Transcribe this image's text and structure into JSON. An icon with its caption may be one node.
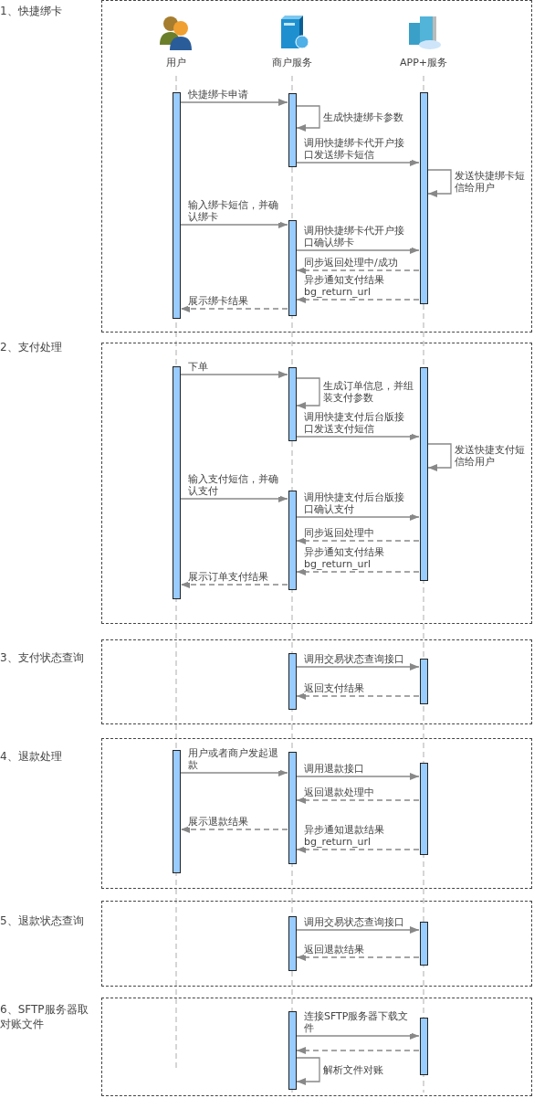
{
  "diagram": {
    "nodes": [
      {
        "text": [
          "1、快捷绑卡"
        ]
      },
      {
        "text": [
          "用户"
        ],
        "in": 0
      },
      {
        "text": [
          "商户服务"
        ],
        "in": 0
      },
      {
        "text": [
          "APP+服务"
        ],
        "in": 0
      },
      {
        "text": [],
        "shape": "bar",
        "in": 0
      },
      {
        "text": [],
        "shape": "bar",
        "in": 0
      },
      {
        "text": [],
        "shape": "bar",
        "in": 0
      },
      {
        "text": [],
        "shape": "bar",
        "in": 0
      },
      {
        "text": [
          "2、支付处理"
        ]
      },
      {
        "text": [],
        "shape": "bar",
        "in": 8
      },
      {
        "text": [],
        "shape": "bar",
        "in": 8
      },
      {
        "text": [],
        "shape": "bar",
        "in": 8
      },
      {
        "text": [],
        "shape": "bar",
        "in": 8
      },
      {
        "text": [
          "3、支付状态查询"
        ]
      },
      {
        "text": [],
        "shape": "bar",
        "in": 13
      },
      {
        "text": [],
        "shape": "bar",
        "in": 13
      },
      {
        "text": [
          "4、退款处理"
        ]
      },
      {
        "text": [],
        "shape": "bar",
        "in": 16
      },
      {
        "text": [],
        "shape": "bar",
        "in": 16
      },
      {
        "text": [],
        "shape": "bar",
        "in": 16
      },
      {
        "text": [
          "5、退款状态查询"
        ]
      },
      {
        "text": [],
        "shape": "bar",
        "in": 20
      },
      {
        "text": [],
        "shape": "bar",
        "in": 20
      },
      {
        "text": [
          "6、SFTP服务器取对账文件"
        ]
      },
      {
        "text": [],
        "shape": "bar",
        "in": 23
      },
      {
        "text": [],
        "shape": "bar",
        "in": 23
      }
    ],
    "edges": [
      {
        "from": 4,
        "to": 5,
        "arrow": "to",
        "label": "快捷绑卡申请"
      },
      {
        "from": 5,
        "to": 5,
        "arrow": "to",
        "label": "生成快捷绑卡参数"
      },
      {
        "from": 5,
        "to": 7,
        "arrow": "to",
        "label": "调用快捷绑卡代开户接口发送绑卡短信"
      },
      {
        "from": 7,
        "to": 7,
        "arrow": "to",
        "label": "发送快捷绑卡短信给用户"
      },
      {
        "from": 4,
        "to": 6,
        "arrow": "to",
        "label": "输入绑卡短信，并确认绑卡"
      },
      {
        "from": 6,
        "to": 7,
        "arrow": "to",
        "label": "调用快捷绑卡代开户接口确认绑卡"
      },
      {
        "from": 7,
        "to": 6,
        "arrow": "to",
        "label": "同步返回处理中/成功",
        "style": "dashed"
      },
      {
        "from": 7,
        "to": 6,
        "arrow": "to",
        "label": "异步通知支付结果 bg_return_url",
        "style": "dashed"
      },
      {
        "from": 6,
        "to": 4,
        "arrow": "to",
        "label": "展示绑卡结果",
        "style": "dashed"
      },
      {
        "from": 9,
        "to": 10,
        "arrow": "to",
        "label": "下单"
      },
      {
        "from": 10,
        "to": 10,
        "arrow": "to",
        "label": "生成订单信息，并组装支付参数"
      },
      {
        "from": 10,
        "to": 12,
        "arrow": "to",
        "label": "调用快捷支付后台版接口发送支付短信"
      },
      {
        "from": 12,
        "to": 12,
        "arrow": "to",
        "label": "发送快捷支付短信给用户"
      },
      {
        "from": 9,
        "to": 11,
        "arrow": "to",
        "label": "输入支付短信，并确认支付"
      },
      {
        "from": 11,
        "to": 12,
        "arrow": "to",
        "label": "调用快捷支付后台版接口确认支付"
      },
      {
        "from": 12,
        "to": 11,
        "arrow": "to",
        "label": "同步返回处理中",
        "style": "dashed"
      },
      {
        "from": 12,
        "to": 11,
        "arrow": "to",
        "label": "异步通知支付结果 bg_return_url",
        "style": "dashed"
      },
      {
        "from": 11,
        "to": 9,
        "arrow": "to",
        "label": "展示订单支付结果",
        "style": "dashed"
      },
      {
        "from": 14,
        "to": 15,
        "arrow": "to",
        "label": "调用交易状态查询接口"
      },
      {
        "from": 15,
        "to": 14,
        "arrow": "to",
        "label": "返回支付结果",
        "style": "dashed"
      },
      {
        "from": 17,
        "to": 18,
        "arrow": "to",
        "label": "用户或者商户发起退款"
      },
      {
        "from": 18,
        "to": 19,
        "arrow": "to",
        "label": "调用退款接口"
      },
      {
        "from": 19,
        "to": 18,
        "arrow": "to",
        "label": "返回退款处理中",
        "style": "dashed"
      },
      {
        "from": 18,
        "to": 17,
        "arrow": "to",
        "label": "展示退款结果",
        "style": "dashed"
      },
      {
        "from": 19,
        "to": 18,
        "arrow": "to",
        "label": "异步通知退款结果 bg_return_url",
        "style": "dashed"
      },
      {
        "from": 21,
        "to": 22,
        "arrow": "to",
        "label": "调用交易状态查询接口"
      },
      {
        "from": 22,
        "to": 21,
        "arrow": "to",
        "label": "返回退款结果",
        "style": "dashed"
      },
      {
        "from": 24,
        "to": 25,
        "arrow": "to",
        "label": "连接SFTP服务器下载文件"
      },
      {
        "from": 25,
        "to": 24,
        "arrow": "to",
        "style": "dashed"
      },
      {
        "from": 24,
        "to": 24,
        "arrow": "to",
        "label": "解析文件对账"
      }
    ]
  }
}
